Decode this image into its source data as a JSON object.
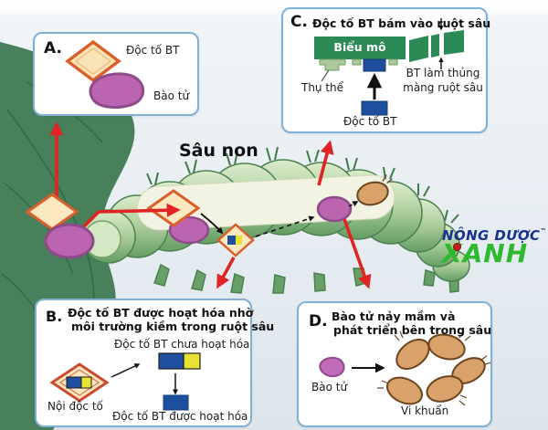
{
  "colors": {
    "box_border": "#7fb0d6",
    "red_arrow": "#e02424",
    "toxin_blue": "#1d4f9e",
    "toxin_yellow": "#e8e233",
    "epithelium_green": "#2c8a55",
    "spore_purple": "#bb64b0",
    "bacteria_brown": "#d8a26a",
    "leaf_green": "#47805a",
    "logo_navy": "#17338f",
    "logo_green": "#2eb82e"
  },
  "scene": {
    "caterpillar_label": "Sâu non"
  },
  "box_a": {
    "letter": "A.",
    "toxin_label": "Độc tố BT",
    "spore_label": "Bào tử"
  },
  "box_b": {
    "letter": "B.",
    "title_line1": "Độc tố BT được hoạt hóa nhờ",
    "title_line2": "môi trường kiềm trong ruột sâu",
    "inactive_label": "Độc tố BT chưa hoạt hóa",
    "endotoxin_label": "Nội độc tố",
    "active_label": "Độc tố BT được hoạt hóa"
  },
  "box_c": {
    "letter": "C.",
    "title": "Độc tố BT bám vào ruột sâu",
    "epithelium_label": "Biểu mô",
    "receptor_label": "Thụ thể",
    "puncture_line1": "BT làm thủng",
    "puncture_line2": "màng ruột sâu",
    "toxin_label": "Độc tố BT"
  },
  "box_d": {
    "letter": "D.",
    "title_line1": "Bào tử nảy mầm và",
    "title_line2": "phát triển bên trong sâu",
    "spore_label": "Bào tử",
    "bacteria_label": "Vi khuẩn"
  },
  "logo": {
    "brand_top": "NÔNG DƯỢC",
    "trademark": "™",
    "brand_bottom": "XANH"
  }
}
